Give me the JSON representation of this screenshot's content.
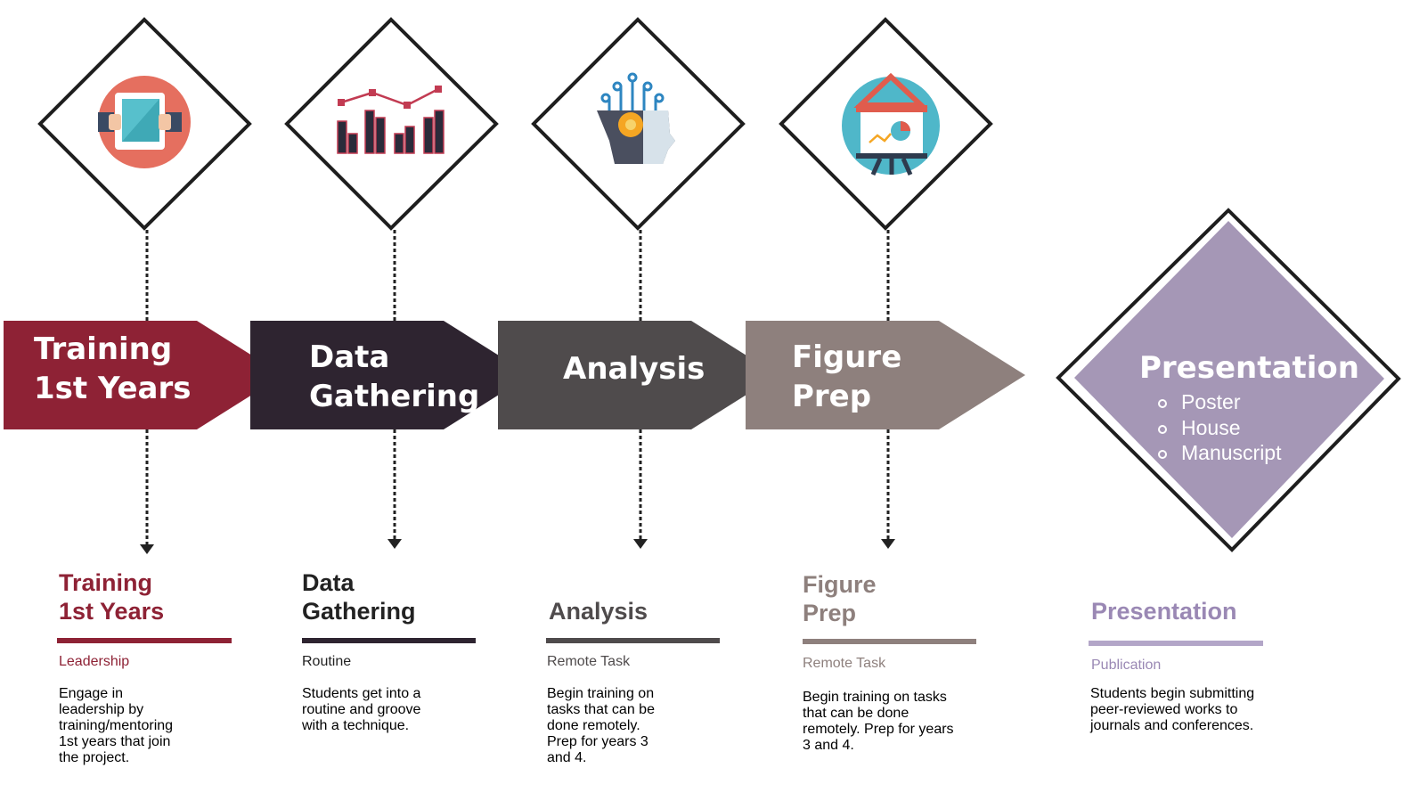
{
  "colors": {
    "training": "#8e2235",
    "gathering": "#2e2430",
    "analysis": "#4f4b4c",
    "figure": "#8e807d",
    "presentation": "#a597b6",
    "presentation_text": "#9a88b4",
    "body_text": "#3a3a3a"
  },
  "icons": [
    "tablet-handshake-icon",
    "bar-line-chart-icon",
    "ai-head-circuit-icon",
    "presentation-easel-icon"
  ],
  "flow": {
    "step1": {
      "line1": "Training",
      "line2": "1st Years"
    },
    "step2": {
      "line1": "Data",
      "line2": "Gathering"
    },
    "step3": {
      "line1": "Analysis"
    },
    "step4": {
      "line1": "Figure",
      "line2": "Prep"
    },
    "step5": {
      "title": "Presentation",
      "items": [
        "Poster",
        "House",
        "Manuscript"
      ]
    }
  },
  "details": {
    "col1": {
      "title1": "Training",
      "title2": "1st Years",
      "subtitle": "Leadership",
      "lines": [
        "Engage in",
        "leadership by",
        "training/mentoring",
        "1st years that join",
        "the project."
      ]
    },
    "col2": {
      "title1": "Data",
      "title2": "Gathering",
      "subtitle": "Routine",
      "lines": [
        "Students get into a",
        "routine and groove",
        "with a technique."
      ]
    },
    "col3": {
      "title1": "Analysis",
      "subtitle": "Remote Task",
      "lines": [
        "Begin training on",
        "tasks that can be",
        "done remotely.",
        "Prep for years 3",
        "and 4."
      ]
    },
    "col4": {
      "title1": "Figure",
      "title2": "Prep",
      "subtitle": "Remote Task",
      "lines": [
        "Begin training on tasks",
        "that can be done",
        "remotely.  Prep for years",
        "3 and 4."
      ]
    },
    "col5": {
      "title1": "Presentation",
      "subtitle": "Publication",
      "lines": [
        "Students begin submitting",
        "peer-reviewed works to",
        "journals and conferences."
      ]
    }
  }
}
